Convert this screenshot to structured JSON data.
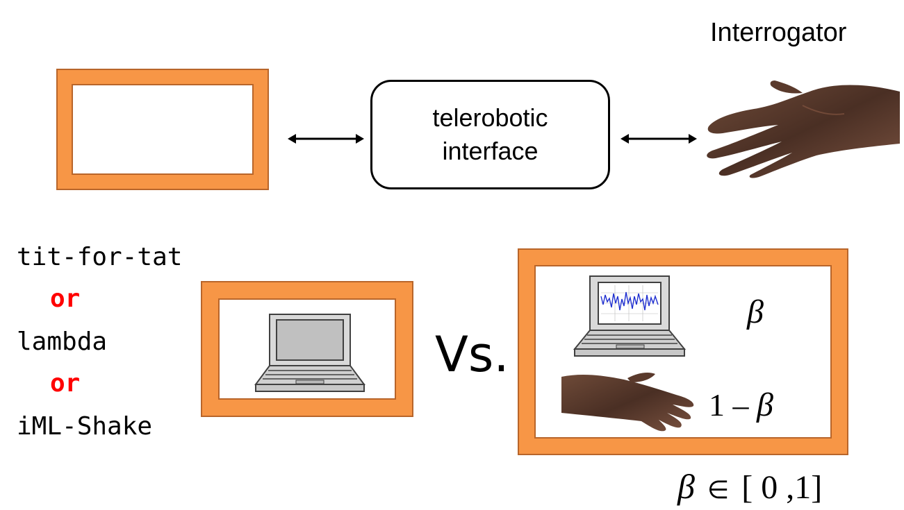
{
  "labels": {
    "interrogator": "Interrogator",
    "telerobotic_line1": "telerobotic",
    "telerobotic_line2": "interface",
    "vs": "Vs."
  },
  "strategies": {
    "first": "tit-for-tat",
    "or1": "or",
    "second": "lambda",
    "or2": "or",
    "third": "iML-Shake"
  },
  "math": {
    "beta": "β",
    "one": "1",
    "minus": "–",
    "beta_symbol": "β",
    "element_of": "∈",
    "range": "[ 0 ,1]"
  },
  "colors": {
    "frame_fill": "#f79646",
    "frame_border": "#b8652a",
    "or_color": "#ff0000",
    "skin": "#5a3a2c"
  },
  "icons": {
    "laptop": "laptop-icon",
    "laptop_with_signal": "laptop-signal-icon",
    "hand": "hand-icon"
  }
}
